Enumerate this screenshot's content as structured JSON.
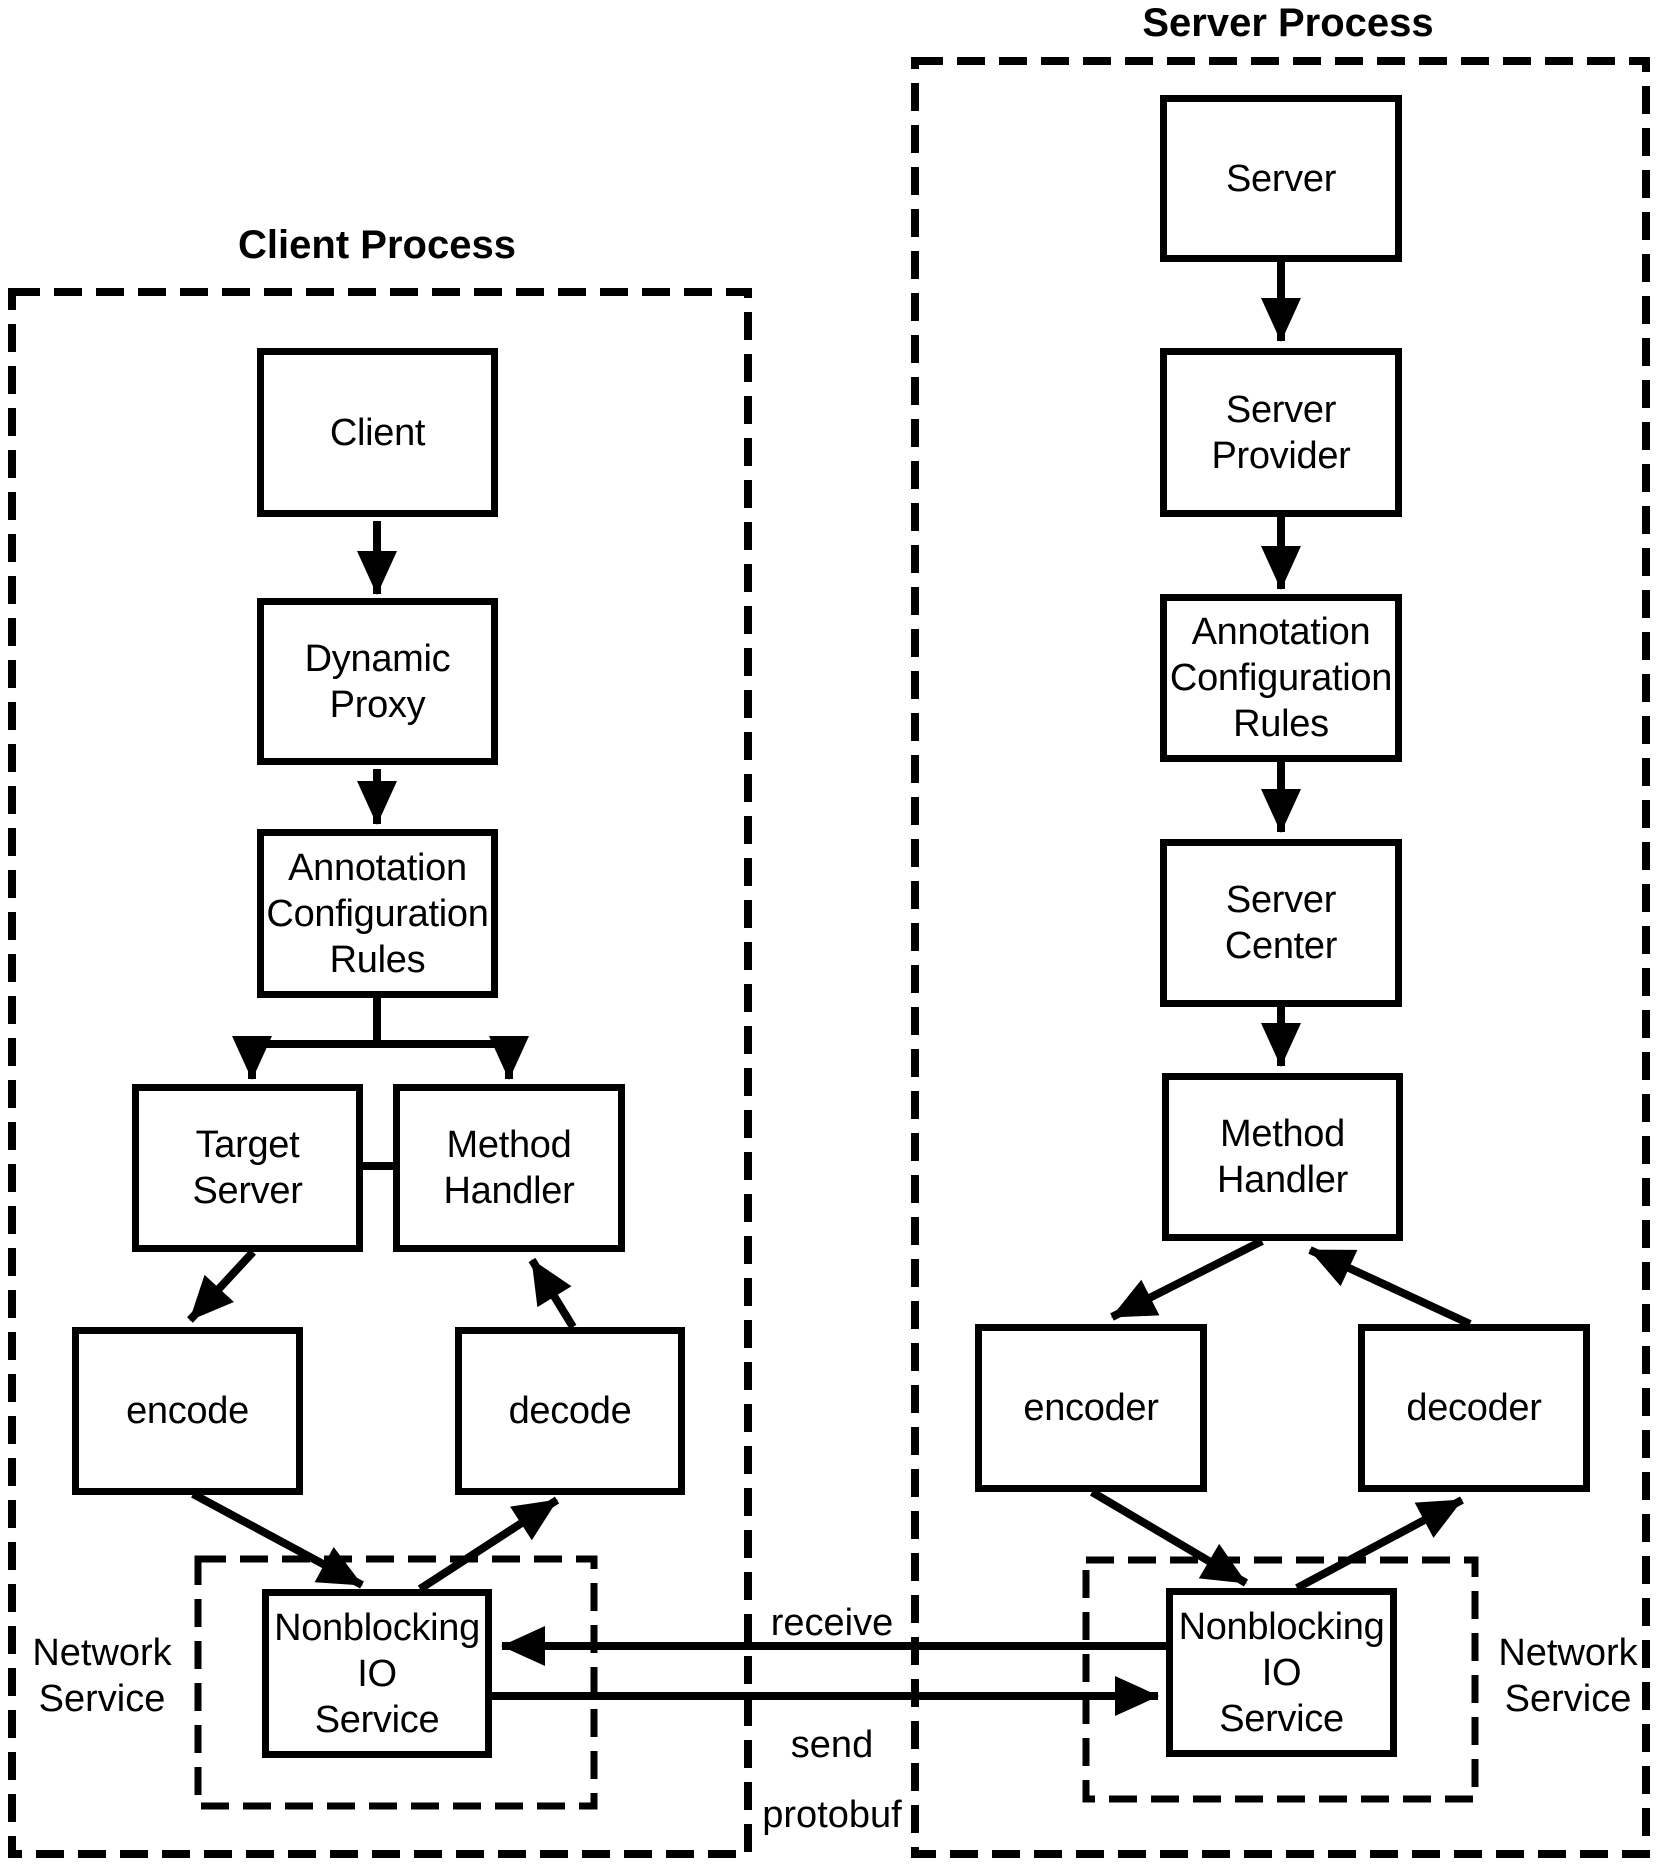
{
  "client_process": {
    "title": "Client Process",
    "nodes": {
      "client": "Client",
      "dynamic_proxy": "Dynamic\nProxy",
      "annotation_configuration_rules": "Annotation\nConfiguration\nRules",
      "target_server": "Target\nServer",
      "method_handler": "Method\nHandler",
      "encode": "encode",
      "decode": "decode",
      "nonblocking_io_service": "Nonblocking\nIO\nService"
    },
    "network_service_label": "Network\nService"
  },
  "server_process": {
    "title": "Server Process",
    "nodes": {
      "server": "Server",
      "server_provider": "Server\nProvider",
      "annotation_configuration_rules": "Annotation\nConfiguration\nRules",
      "server_center": "Server\nCenter",
      "method_handler": "Method\nHandler",
      "encoder": "encoder",
      "decoder": "decoder",
      "nonblocking_io_service": "Nonblocking\nIO\nService"
    },
    "network_service_label": "Network\nService"
  },
  "links": {
    "receive": "receive",
    "send": "send",
    "protocol": "protobuf"
  },
  "colors": {
    "ink": "#000000",
    "background": "#ffffff"
  }
}
